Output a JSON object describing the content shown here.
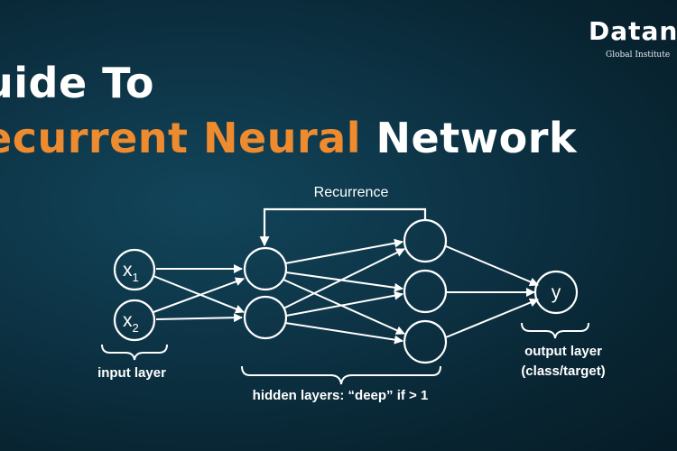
{
  "logo": {
    "wordmark": "Datan",
    "tagline": "Global Institute"
  },
  "title": {
    "line1": "uide To",
    "line2_highlight": "ecurrent Neural",
    "line2_rest": "Network"
  },
  "diagram": {
    "recurrence_label": "Recurrence",
    "input_nodes": [
      {
        "symbol": "x",
        "subscript": "1"
      },
      {
        "symbol": "x",
        "subscript": "2"
      }
    ],
    "output_node": "y",
    "input_layer_label": "input layer",
    "hidden_layers_label": "hidden layers: “deep” if > 1",
    "output_layer_label_1": "output layer",
    "output_layer_label_2": "(class/target)"
  },
  "colors": {
    "background": "#0d3446",
    "accent": "#ee8b2f",
    "text": "#ffffff"
  }
}
